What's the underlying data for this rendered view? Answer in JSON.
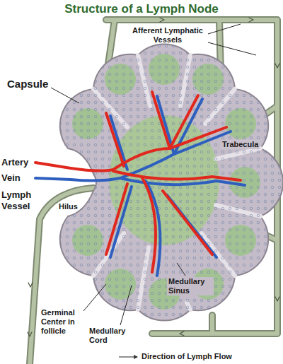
{
  "diagram": {
    "title": "Structure of a Lymph Node",
    "labels": [
      "Afferent Lymphatic Vessels",
      "Capsule",
      "Trabecula",
      "Artery",
      "Vein",
      "Lymph Vessel",
      "Hilus",
      "Germinal Center in follicle",
      "Medullary Cord",
      "Medullary Sinus",
      "Direction of Lymph Flow"
    ]
  }
}
